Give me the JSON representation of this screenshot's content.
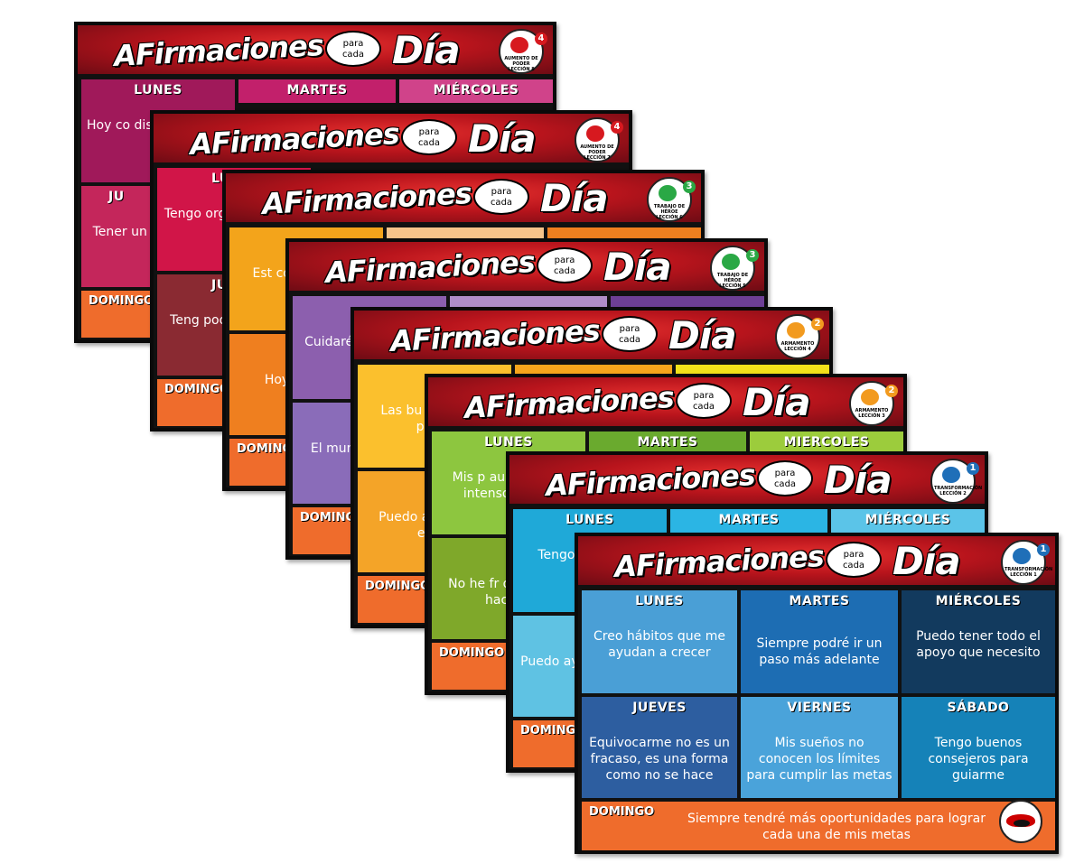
{
  "header": {
    "title_left": "AFirmaciones",
    "cloud_top": "para",
    "cloud_bottom": "cada",
    "title_right": "Día"
  },
  "days": {
    "lunes": "LUNES",
    "martes": "MARTES",
    "miercoles": "MIÉRCOLES",
    "miercoles_alt": "MIERCOLES",
    "jueves": "JUEVES",
    "viernes": "VIERNES",
    "sabado": "SÁBADO",
    "domingo": "DOMINGO"
  },
  "cards": [
    {
      "badge_caption": "AUMENTO DE PODER LECCIÓN 8",
      "badge_num": "4",
      "badge_color": "#d7191f",
      "palette": [
        "#a0195a",
        "#c2206b",
        "#d0438a"
      ],
      "dom_color": "#ef6c2c",
      "lunes": "Hoy co diseñ ma",
      "jueves": "Tener un p saber par mi"
    },
    {
      "badge_caption": "AUMENTO DE PODER LECCIÓN 7",
      "badge_num": "4",
      "badge_color": "#d7191f",
      "palette": [
        "#d11548",
        "#b81e40",
        "#8a2a32"
      ],
      "dom_color": "#ef6c2c",
      "lunes": "Tengo organiz cumplir",
      "jueves": "Teng poderos hará c el r"
    },
    {
      "badge_caption": "TRABAJO DE HÉROE LECCIÓN 6",
      "badge_num": "3",
      "badge_color": "#2aa845",
      "palette": [
        "#f3a41b",
        "#f6c48a",
        "#ef7f1f"
      ],
      "dom_color": "#ef6c2c",
      "lunes": "Est compas nece",
      "jueves": "Hoy s a prest"
    },
    {
      "badge_caption": "TRABAJO DE HÉROE LECCIÓN 5",
      "badge_num": "3",
      "badge_color": "#2aa845",
      "palette": [
        "#8c5fae",
        "#b08dc8",
        "#6d3f95"
      ],
      "dom_color": "#ef6c2c",
      "lunes": "Cuidaré mi m mante",
      "jueves": "El mundo no tirare"
    },
    {
      "badge_caption": "ARMAMENTO LECCIÓN 4",
      "badge_num": "2",
      "badge_color": "#f29a1f",
      "palette": [
        "#fbc02d",
        "#f7a51c",
        "#f2e11a"
      ],
      "dom_color": "#ef6c2c",
      "lunes": "Las bu afectan, s poder",
      "jueves": "Puedo au capacid esfue"
    },
    {
      "badge_caption": "ARMAMENTO LECCIÓN 3",
      "badge_num": "2",
      "badge_color": "#f29a1f",
      "palette": [
        "#8dc63f",
        "#6aaa2e",
        "#9ccc3c"
      ],
      "dom_color": "#ef6c2c",
      "lunes": "Mis p aumentan c intenso de me",
      "jueves": "No he fr descubrí u hacerlo"
    },
    {
      "badge_caption": "TRANSFORMACIÓN LECCIÓN 2",
      "badge_num": "1",
      "badge_color": "#1f6fb8",
      "palette": [
        "#1fa9d8",
        "#2bb5e4",
        "#5bc4e8"
      ],
      "dom_color": "#ef6c2c",
      "lunes": "Tengo l voluntad",
      "jueves": "Puedo ay a crecer sus"
    },
    {
      "badge_caption": "TRANSFORMACIÓN LECCIÓN 1",
      "badge_num": "1",
      "badge_color": "#1f6fb8",
      "palette": [
        "#4a9fd6",
        "#1d6db3",
        "#123a5e"
      ],
      "dom_color": "#ef6c2c",
      "lunes": "Creo hábitos que me ayudan a crecer",
      "martes": "Siempre podré ir un paso más adelante",
      "miercoles": "Puedo tener todo el apoyo que necesito",
      "jueves": "Equivocarme no es un fracaso, es una forma como no se hace",
      "viernes": "Mis sueños no conocen los límites para cumplir las metas",
      "sabado": "Tengo buenos consejeros para guiarme",
      "domingo": "Siempre tendré más oportunidades para lograr cada una de mis metas"
    }
  ]
}
